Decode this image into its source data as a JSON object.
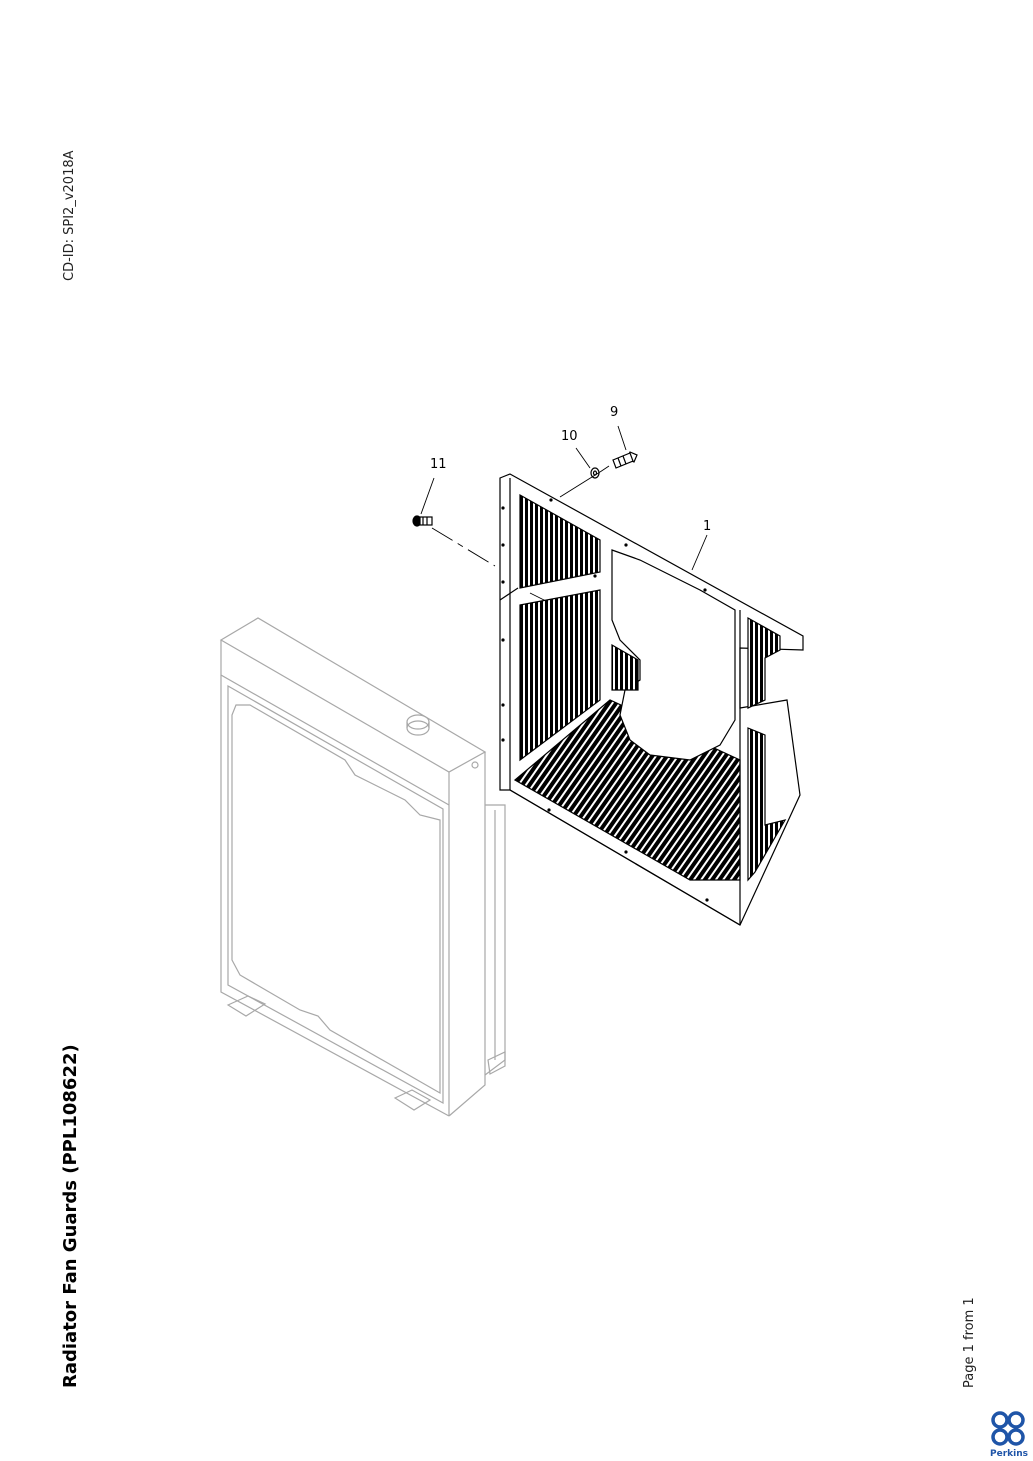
{
  "header": {
    "cd_id": "CD-ID: SPI2_v2018A"
  },
  "document": {
    "title": "Radiator Fan Guards (PPL108622)"
  },
  "footer": {
    "page": "Page 1 from 1",
    "brand": "Perkins"
  },
  "callouts": {
    "c1": "1",
    "c9": "9",
    "c10": "10",
    "c11": "11"
  }
}
